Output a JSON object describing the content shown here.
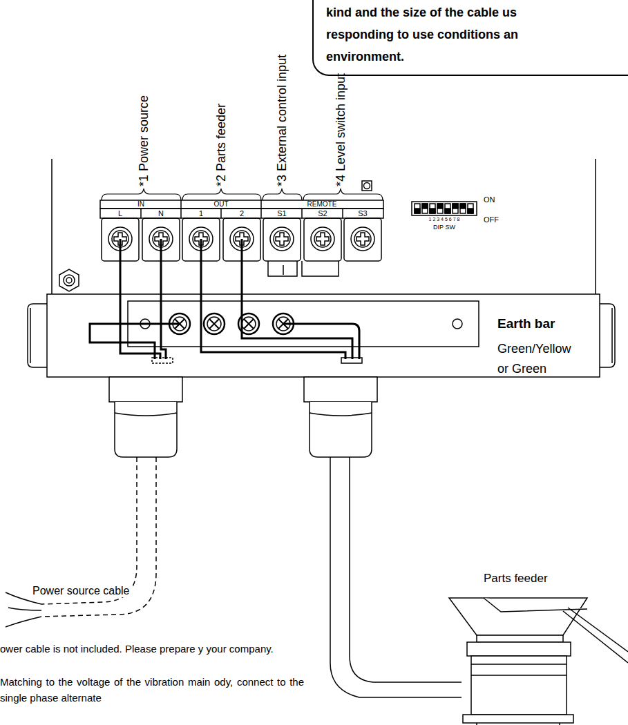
{
  "diagram": {
    "nodes": [
      {
        "text": [
          "kind and the size of the cable us responding to use conditions an environment."
        ]
      }
    ],
    "labels": [
      "*1 Power source",
      "*2 Parts feeder",
      "*3 External control input",
      "*4 Level switch input",
      "IN",
      "OUT",
      "REMOTE",
      "L",
      "N",
      "1",
      "2",
      "S1",
      "S2",
      "S3",
      "ON",
      "1 2 3 4 5 6 7 8",
      "DIP SW",
      "OFF",
      "Earth bar",
      "Green/Yellow",
      "or Green",
      "Power source cable",
      "Parts feeder",
      "ower cable is not included. Please prepare y your company.",
      "Matching to the voltage of the vibration main ody, connect to the single phase alternate"
    ]
  }
}
